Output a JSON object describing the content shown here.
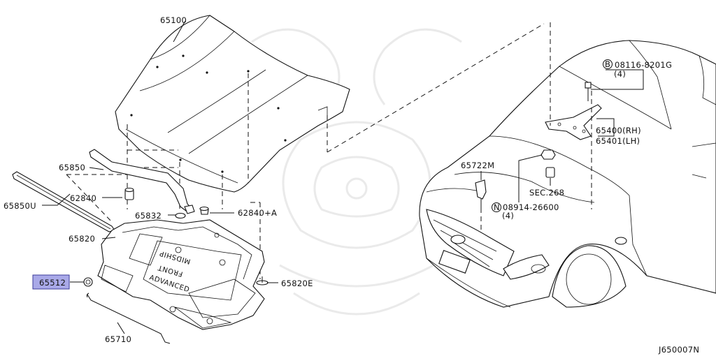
{
  "labels": {
    "hood": "65100",
    "seal": "65850",
    "seal_upper": "65850U",
    "bumper": "62840",
    "stay": "65832",
    "bumper_plus": "62840+A",
    "insulator": "65820",
    "clip_highlighted": "65512",
    "clip_e": "65820E",
    "rod": "65710",
    "bolt": "08116-8201G",
    "bolt_prefix": "B",
    "bolt_qty": "(4)",
    "hinge_rh": "65400(RH)",
    "hinge_lh": "65401(LH)",
    "part_65722m": "65722M",
    "sec": "SEC.268",
    "nut": "08914-26600",
    "nut_prefix": "N",
    "nut_qty": "(4)",
    "diagram_id": "J650007N"
  },
  "insulator_text": {
    "line1": "MIDSHIP",
    "line2": "FRONT",
    "line3": "ADVANCED"
  },
  "colors": {
    "highlight_fill": "#a9a9e8",
    "highlight_border": "#3b3b9a",
    "line": "#111111",
    "watermark": "#e8e8e8"
  }
}
